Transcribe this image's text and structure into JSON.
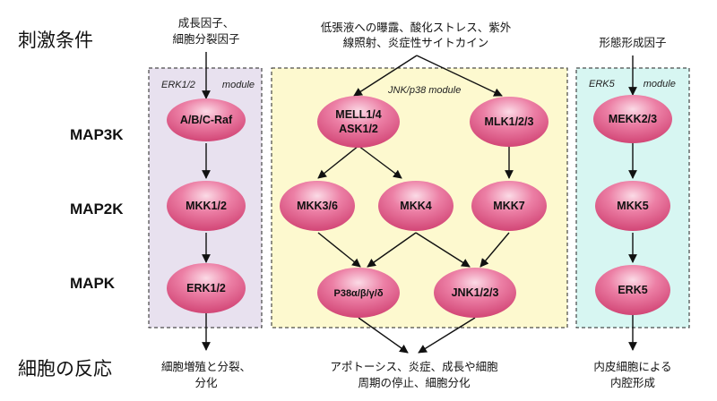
{
  "row_labels": {
    "stimulus": "刺激条件",
    "map3k": "MAP3K",
    "map2k": "MAP2K",
    "mapk": "MAPK",
    "response": "細胞の反応"
  },
  "stimuli": {
    "erk12": [
      "成長因子、",
      "細胞分裂因子"
    ],
    "jnk_p38": [
      "低張液への曝露、酸化ストレス、紫外",
      "線照射、炎症性サイトカイン"
    ],
    "erk5": [
      "形態形成因子"
    ]
  },
  "modules": {
    "erk12": {
      "name": "ERK1/2",
      "suffix": "module"
    },
    "jnk_p38": {
      "name": "JNK/p38 module"
    },
    "erk5": {
      "name": "ERK5",
      "suffix": "module"
    }
  },
  "nodes": {
    "raf": "A/B/C-Raf",
    "mkk12": "MKK1/2",
    "erk12": "ERK1/2",
    "mell": [
      "MELL1/4",
      "ASK1/2"
    ],
    "mlk": "MLK1/2/3",
    "mkk36": "MKK3/6",
    "mkk4": "MKK4",
    "mkk7": "MKK7",
    "p38": "P38α/β/γ/δ",
    "jnk": "JNK1/2/3",
    "mekk23": "MEKK2/3",
    "mkk5": "MKK5",
    "erk5": "ERK5"
  },
  "responses": {
    "erk12": [
      "細胞増殖と分裂、",
      "分化"
    ],
    "jnk_p38": [
      "アポトーシス、炎症、成長や細胞",
      "周期の停止、細胞分化"
    ],
    "erk5": [
      "内皮細胞による",
      "内腔形成"
    ]
  },
  "colors": {
    "erk12_bg": "#e8e1ef",
    "jnk_bg": "#fdf9cf",
    "erk5_bg": "#d7f6f2",
    "node_fill": "#e15a88",
    "node_highlight": "#f6c6d7"
  }
}
